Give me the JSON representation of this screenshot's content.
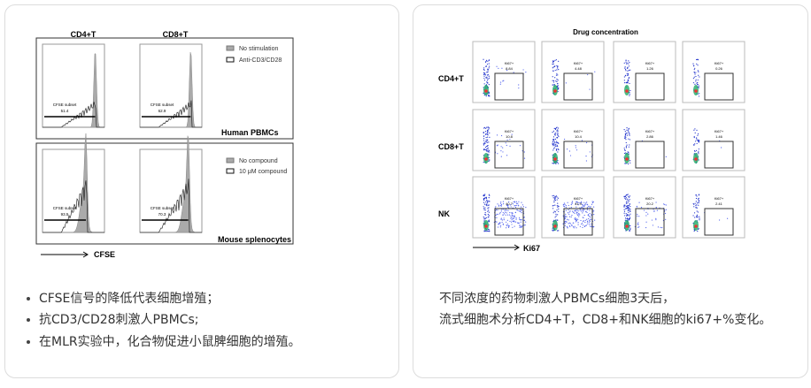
{
  "left_card": {
    "figure": {
      "col_labels": [
        "CD4+T",
        "CD8+T"
      ],
      "top": {
        "group": "Human PBMCs",
        "legend": [
          "No stimulation",
          "Anti-CD3/CD28"
        ],
        "gates": [
          {
            "label": "CFSE subset",
            "value": "51.4"
          },
          {
            "label": "CFSE subset",
            "value": "62.9"
          }
        ]
      },
      "bottom": {
        "group": "Mouse splenocytes",
        "legend": [
          "No compound",
          "10 μM compound"
        ],
        "gates": [
          {
            "label": "CFSE subset",
            "value": "93.5"
          },
          {
            "label": "CFSE subset",
            "value": "70.3"
          }
        ]
      },
      "axis_label": "CFSE"
    },
    "bullets": [
      "CFSE信号的降低代表细胞增殖；",
      "抗CD3/CD28刺激人PBMCs;",
      "在MLR实验中，化合物促进小鼠脾细胞的增殖。"
    ]
  },
  "right_card": {
    "figure": {
      "title": "Drug concentration",
      "row_labels": [
        "CD4+T",
        "CD8+T",
        "NK"
      ],
      "gate_label": "Ki67+",
      "values": [
        [
          "8.84",
          "4.48",
          "1.26",
          "0.26"
        ],
        [
          "10.8",
          "10.4",
          "2.86",
          "1.46"
        ],
        [
          "40.7",
          "41.9",
          "20.2",
          "2.41"
        ]
      ],
      "axis_label": "Ki67"
    },
    "lines": [
      "不同浓度的药物刺激人PBMCs细胞3天后，",
      "流式细胞术分析CD4+T，CD8+和NK细胞的ki67+%变化。"
    ]
  }
}
